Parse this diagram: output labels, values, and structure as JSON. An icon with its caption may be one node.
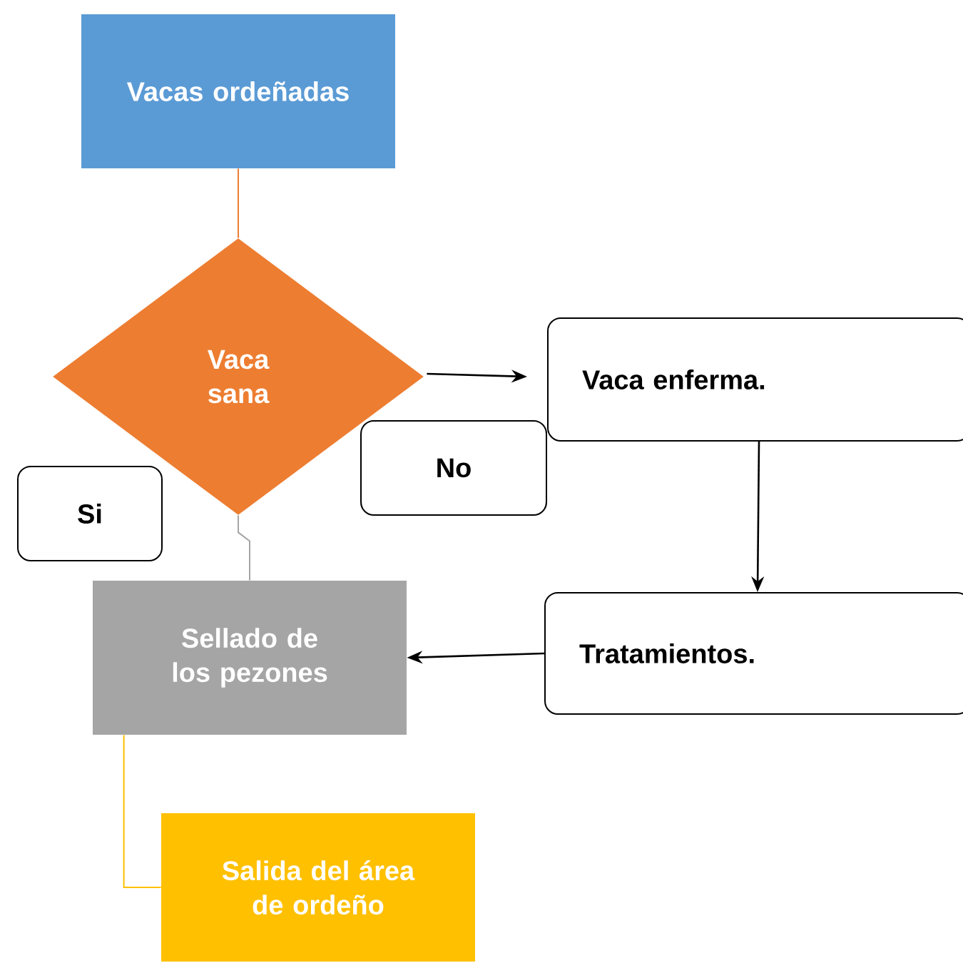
{
  "diagram": {
    "nodes": [
      {
        "text": [
          "Vacas ordeñadas"
        ]
      },
      {
        "text": [
          "Vaca sana"
        ]
      },
      {
        "text": [
          "Vaca enferma."
        ]
      },
      {
        "text": [
          "No"
        ]
      },
      {
        "text": [
          "Si"
        ]
      },
      {
        "text": [
          "Sellado de los pezones"
        ]
      },
      {
        "text": [
          "Tratamientos."
        ]
      },
      {
        "text": [
          "Salida del área de ordeño"
        ]
      }
    ],
    "edges": [
      {
        "from": 0,
        "to": 1,
        "arrow": "none",
        "color": "#ed7d31"
      },
      {
        "from": 1,
        "to": 2,
        "arrow": "to"
      },
      {
        "from": 1,
        "to": 5,
        "arrow": "none",
        "color": "#a5a5a5"
      },
      {
        "from": 2,
        "to": 6,
        "arrow": "to"
      },
      {
        "from": 6,
        "to": 5,
        "arrow": "to"
      },
      {
        "from": 5,
        "to": 7,
        "arrow": "none",
        "color": "#ffc000"
      }
    ]
  }
}
